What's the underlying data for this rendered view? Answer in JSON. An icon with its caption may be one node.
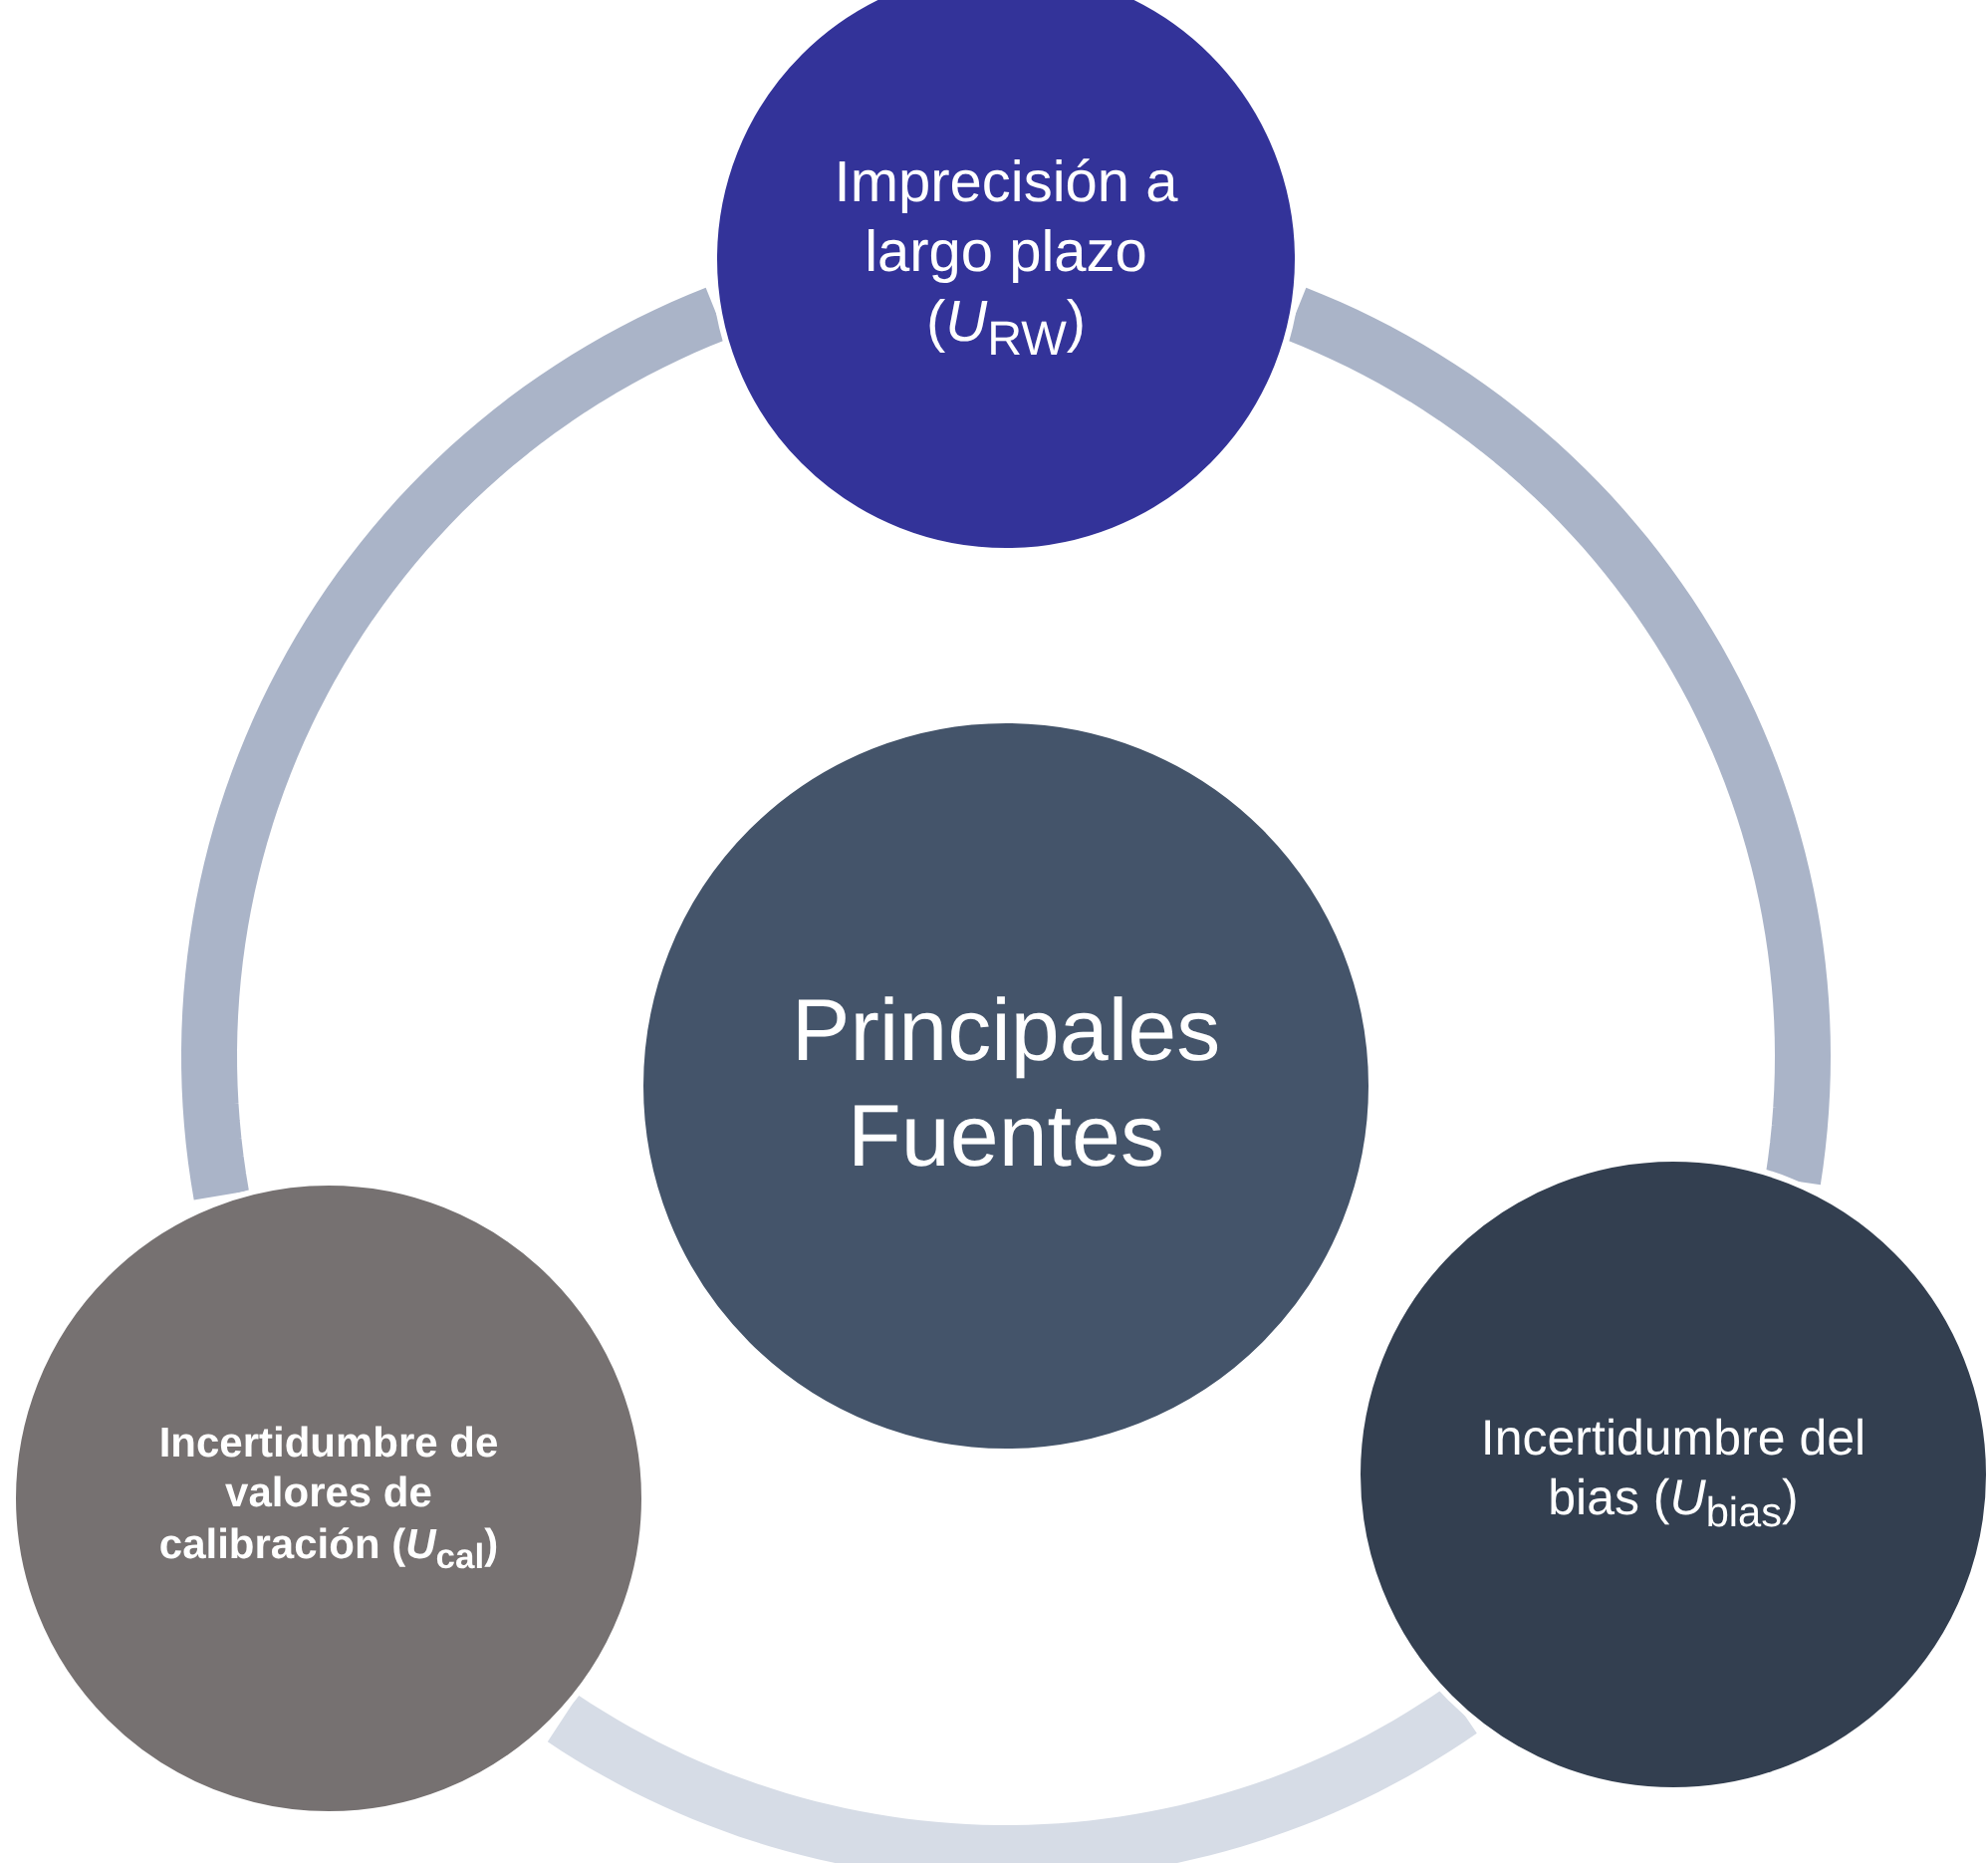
{
  "diagram": {
    "nodes": [
      {
        "text": [
          "Principales Fuentes"
        ]
      },
      {
        "text": [
          "Imprecisión a largo plazo (*U*$_{RW}$)"
        ]
      },
      {
        "text": [
          "Incertidumbre de valores de calibración  (*U*$_{cal}$)"
        ]
      },
      {
        "text": [
          "Incertidumbre del bias (*U*$_{bias}$)"
        ]
      }
    ],
    "edges": [
      {
        "from": 1,
        "to": 3,
        "arrow": "none"
      },
      {
        "from": 3,
        "to": 2,
        "arrow": "none",
        "color": "#d6dce6"
      },
      {
        "from": 2,
        "to": 1,
        "arrow": "none"
      }
    ]
  }
}
